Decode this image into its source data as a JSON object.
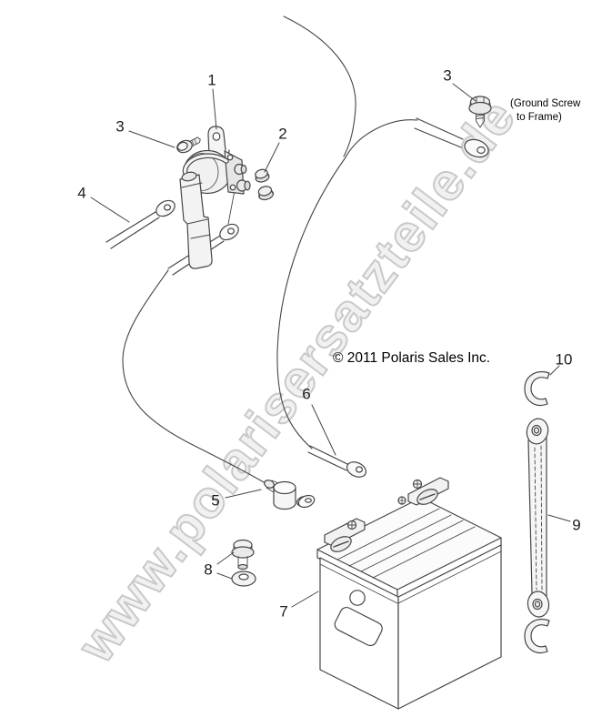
{
  "watermark": {
    "text": "www.polarisersatzteile.de",
    "color": "#c9c9c9"
  },
  "copyright_text": "© 2011 Polaris Sales Inc.",
  "ground_note": {
    "line1": "(Ground Screw",
    "line2": "to Frame)"
  },
  "callouts": {
    "solenoid": "1",
    "nuts": "2",
    "solenoid_screw": "3",
    "ground_screw": "3",
    "solenoid_cable": "4",
    "terminal_boot": "5",
    "ground_cable": "6",
    "battery": "7",
    "bolt_washer": "8",
    "strap": "9",
    "hook": "10"
  },
  "colors": {
    "line": "#454545",
    "label_text": "#1c1c1c",
    "background": "#ffffff"
  }
}
